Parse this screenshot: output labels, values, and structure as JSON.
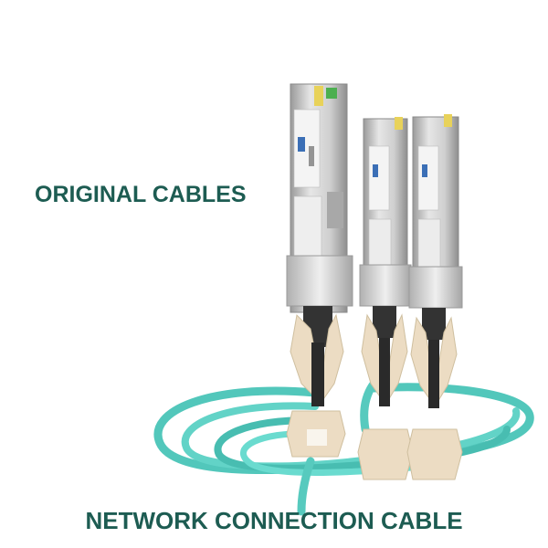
{
  "texts": {
    "left_heading": "ORIGINAL CABLES",
    "bottom_heading": "NETWORK CONNECTION CABLE"
  },
  "colors": {
    "heading": "#1d5c52",
    "cable": "#5fd0c4",
    "module_metal": "#c9c9c9",
    "pull_tab": "#ecdcc3"
  },
  "product": {
    "description_icon": "qsfp-breakout-cable-photo"
  }
}
